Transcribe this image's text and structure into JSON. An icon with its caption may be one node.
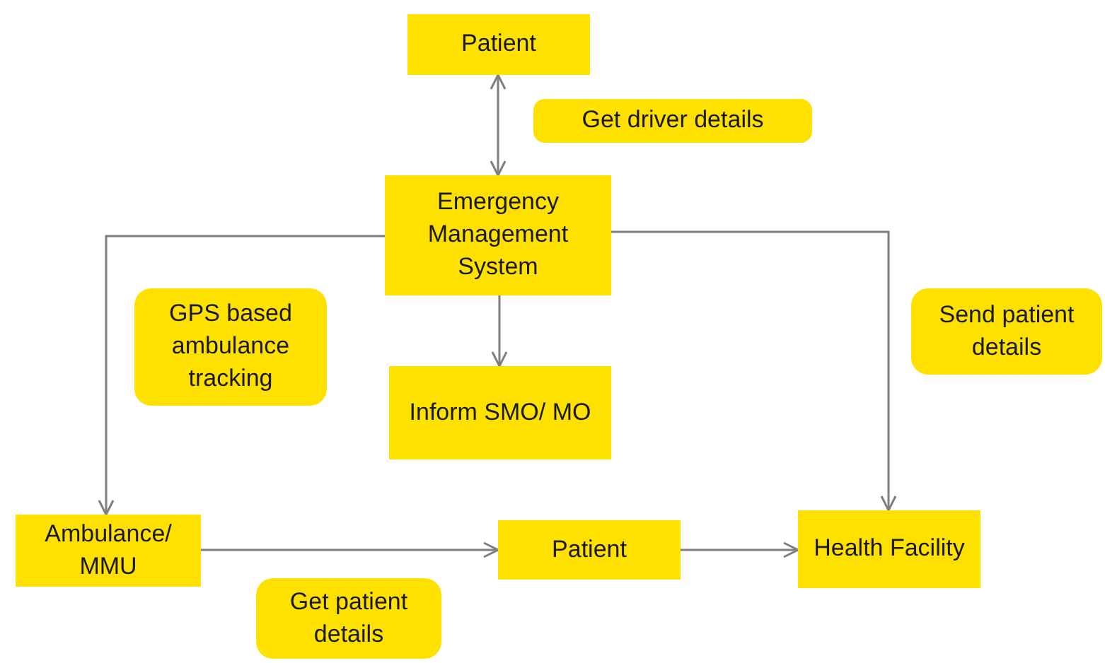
{
  "diagram": {
    "nodes": [
      {
        "text": [
          "Patient"
        ]
      },
      {
        "text": [
          "Get driver details"
        ]
      },
      {
        "text": [
          "Emergency Management System"
        ]
      },
      {
        "text": [
          "GPS based ambulance tracking"
        ]
      },
      {
        "text": [
          "Inform SMO/ MO"
        ]
      },
      {
        "text": [
          "Send patient details"
        ]
      },
      {
        "text": [
          "Ambulance/ MMU"
        ]
      },
      {
        "text": [
          "Patient"
        ]
      },
      {
        "text": [
          "Health Facility"
        ]
      },
      {
        "text": [
          "Get patient details"
        ]
      }
    ],
    "edges": [
      {
        "from": 0,
        "to": 2,
        "arrow": "both"
      },
      {
        "from": 2,
        "to": 4,
        "arrow": "to"
      },
      {
        "from": 2,
        "to": 6,
        "arrow": "to"
      },
      {
        "from": 2,
        "to": 8,
        "arrow": "to"
      },
      {
        "from": 6,
        "to": 7,
        "arrow": "to"
      },
      {
        "from": 7,
        "to": 8,
        "arrow": "to"
      }
    ]
  }
}
